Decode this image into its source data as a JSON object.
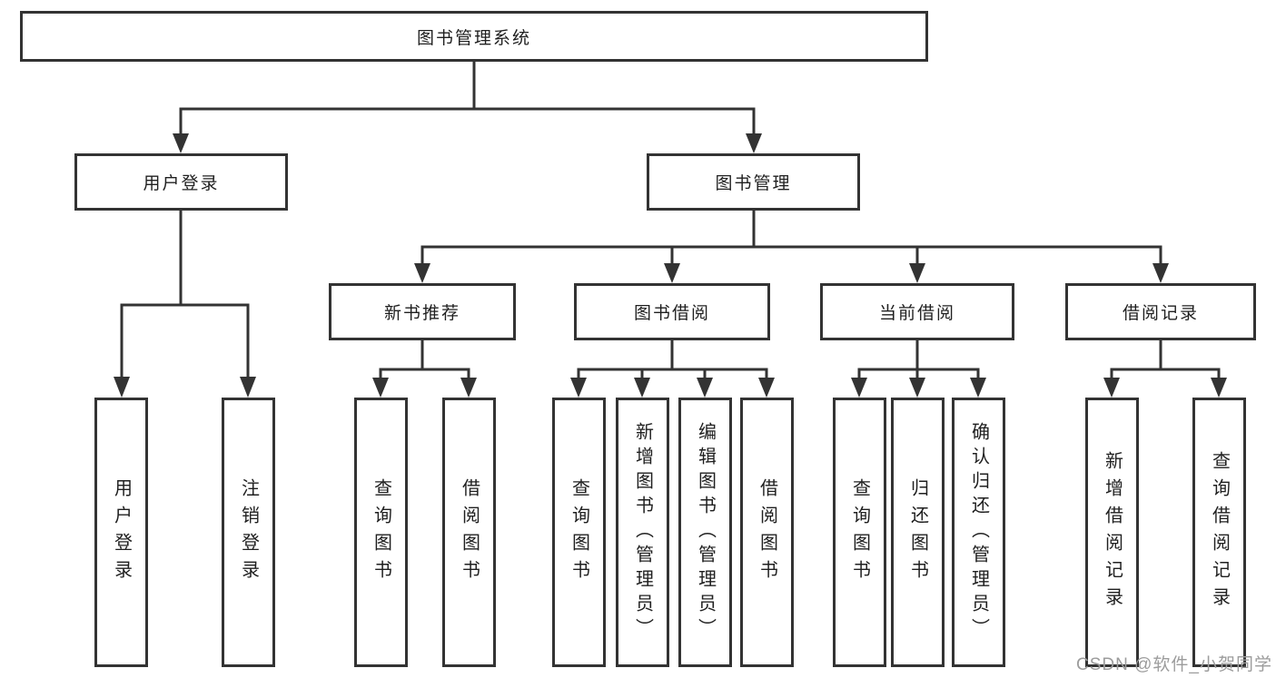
{
  "diagram": {
    "root": {
      "label": "图书管理系统"
    },
    "branches": [
      {
        "label": "用户登录",
        "leaves": [
          {
            "label": "用户登录"
          },
          {
            "label": "注销登录"
          }
        ]
      },
      {
        "label": "图书管理",
        "groups": [
          {
            "label": "新书推荐",
            "leaves": [
              {
                "label": "查询图书"
              },
              {
                "label": "借阅图书"
              }
            ]
          },
          {
            "label": "图书借阅",
            "leaves": [
              {
                "label": "查询图书"
              },
              {
                "label": "新增图书（管理员）"
              },
              {
                "label": "编辑图书（管理员）"
              },
              {
                "label": "借阅图书"
              }
            ]
          },
          {
            "label": "当前借阅",
            "leaves": [
              {
                "label": "查询图书"
              },
              {
                "label": "归还图书"
              },
              {
                "label": "确认归还（管理员）"
              }
            ]
          },
          {
            "label": "借阅记录",
            "leaves": [
              {
                "label": "新增借阅记录"
              },
              {
                "label": "查询借阅记录"
              }
            ]
          }
        ]
      }
    ]
  },
  "watermark": {
    "text": "CSDN @软件_小贺同学"
  },
  "colors": {
    "line": "#333333",
    "text": "#1f1f1f",
    "watermark": "#9c9c9c",
    "background": "#ffffff"
  }
}
